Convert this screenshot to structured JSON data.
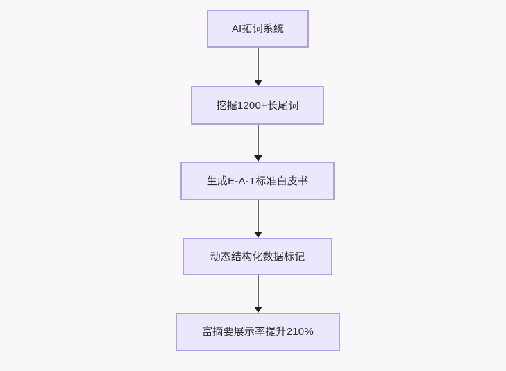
{
  "diagram": {
    "type": "flowchart",
    "direction": "top-to-bottom",
    "background_color": "#f8f8f8",
    "node_fill_color": "#ebe8fd",
    "node_border_color": "#b49fdf",
    "node_text_color": "#2b2b2b",
    "edge_line_color": "#6b6b6b",
    "edge_arrowhead_color": "#1f1f1f",
    "nodes": [
      {
        "id": "n1",
        "label": "AI拓词系统"
      },
      {
        "id": "n2",
        "label": "挖掘1200+长尾词"
      },
      {
        "id": "n3",
        "label": "生成E-A-T标准白皮书"
      },
      {
        "id": "n4",
        "label": "动态结构化数据标记"
      },
      {
        "id": "n5",
        "label": "富摘要展示率提升210%"
      }
    ],
    "edges": [
      {
        "id": "e1",
        "from": "n1",
        "to": "n2",
        "label": ""
      },
      {
        "id": "e2",
        "from": "n2",
        "to": "n3",
        "label": ""
      },
      {
        "id": "e3",
        "from": "n3",
        "to": "n4",
        "label": ""
      },
      {
        "id": "e4",
        "from": "n4",
        "to": "n5",
        "label": ""
      }
    ]
  }
}
